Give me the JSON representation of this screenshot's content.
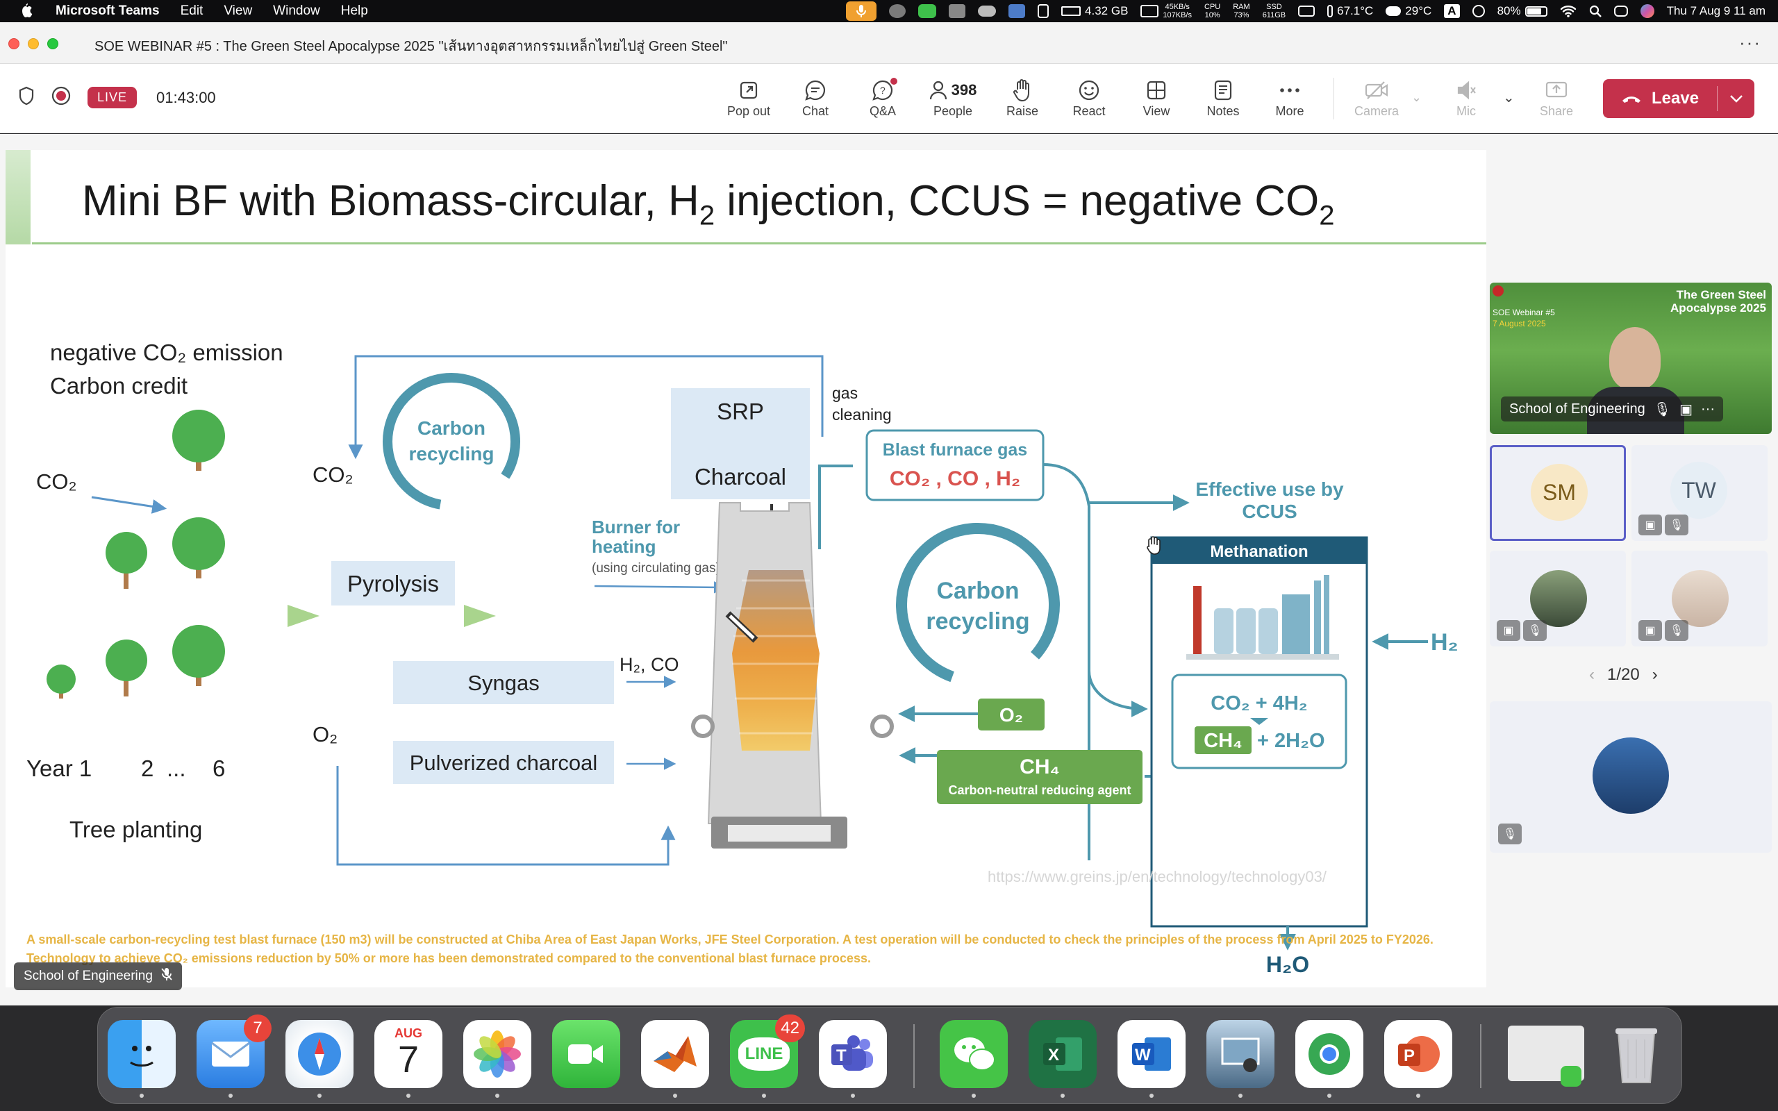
{
  "menubar": {
    "app_name": "Microsoft Teams",
    "menus": [
      "Edit",
      "View",
      "Window",
      "Help"
    ],
    "memory": "4.32 GB",
    "net_up": "45KB/s",
    "net_down": "107KB/s",
    "cpu_label": "CPU",
    "cpu_value": "10%",
    "ram_label": "RAM",
    "ram_value": "73%",
    "ssd_label": "SSD",
    "ssd_value": "611GB",
    "temp": "67.1°C",
    "weather": "29°C",
    "input_source": "A",
    "battery": "80%",
    "datetime": "Thu 7 Aug  9 11 am"
  },
  "window": {
    "title": "SOE WEBINAR #5 : The Green Steel Apocalypse 2025 \"เส้นทางอุตสาหกรรมเหล็กไทยไปสู่ Green Steel\"",
    "more": "···"
  },
  "toolbar": {
    "live": "LIVE",
    "timer": "01:43:00",
    "buttons": {
      "popout": "Pop out",
      "chat": "Chat",
      "qa": "Q&A",
      "people": "People",
      "people_count": "398",
      "raise": "Raise",
      "react": "React",
      "view": "View",
      "notes": "Notes",
      "more": "More",
      "camera": "Camera",
      "mic": "Mic",
      "share": "Share"
    },
    "leave": "Leave"
  },
  "slide": {
    "title_main": "Mini BF with Biomass-circular, H",
    "title_sub1": "2",
    "title_mid": " injection, CCUS = negative CO",
    "title_sub2": "2",
    "left_line1": "negative CO₂ emission",
    "left_line2": "Carbon credit",
    "co2_left": "CO₂",
    "co2_mid": "CO₂",
    "o2_left": "O₂",
    "year1": "Year 1",
    "year2": "2",
    "dots": "...",
    "year6": "6",
    "tree_planting": "Tree planting",
    "carbon_recycling": "Carbon recycling",
    "pyrolysis": "Pyrolysis",
    "syngas": "Syngas",
    "pulverized_charcoal": "Pulverized charcoal",
    "h2_co": "H₂, CO",
    "srp": "SRP",
    "charcoal": "Charcoal",
    "gas_cleaning": "gas cleaning",
    "burner": "Burner for heating",
    "burner_note": "(using circulating gas)",
    "bf_gas_title": "Blast furnace gas",
    "bf_gas_formula": "CO₂ , CO , H₂",
    "effective_use": "Effective use by CCUS",
    "methanation": "Methanation",
    "h2_right": "H₂",
    "reaction_top": "CO₂ + 4H₂",
    "reaction_ch4": "CH₄",
    "reaction_rest": "+ 2H₂O",
    "o2_box": "O₂",
    "ch4_box": "CH₄",
    "ch4_note": "Carbon-neutral reducing agent",
    "h2o": "H₂O",
    "source_url": "https://www.greins.jp/en/technology/technology03/",
    "note": "A small-scale carbon-recycling test blast furnace (150 m3) will be constructed at Chiba Area of East Japan Works, JFE Steel Corporation. A test operation will be conducted to check the principles of the process from April 2025 to FY2026. Technology to achieve CO₂ emissions reduction by 50% or more has been demonstrated compared to the conventional blast furnace process."
  },
  "presenter_chip": "School of Engineering",
  "pane": {
    "featured_name": "School of Engineering",
    "featured_banner_title": "The Green Steel Apocalypse 2025",
    "featured_banner_sub": "SOE Webinar #5",
    "featured_banner_date": "7 August 2025",
    "sm": "SM",
    "tw": "TW",
    "pager": "1/20"
  },
  "dock": {
    "mail_badge": "7",
    "calendar_month": "AUG",
    "calendar_day": "7",
    "line_label": "LINE",
    "line_badge": "42"
  }
}
